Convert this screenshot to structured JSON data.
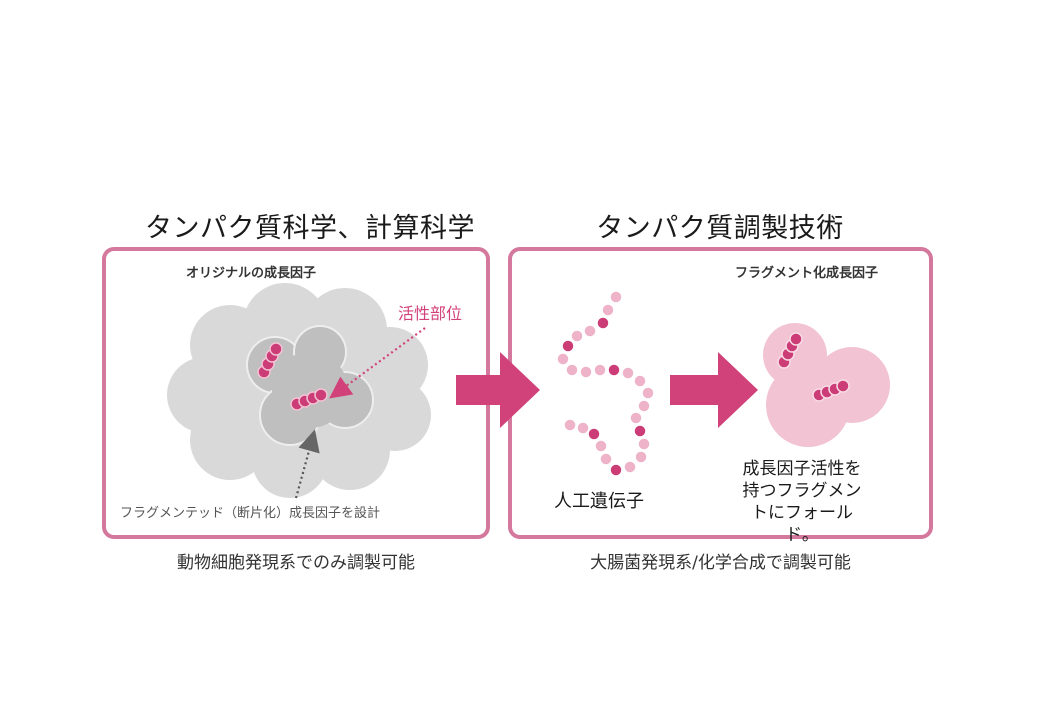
{
  "left": {
    "heading": "タンパク質科学、計算科学",
    "panel_title": "オリジナルの成長因子",
    "active_site_label": "活性部位",
    "design_label": "フラグメンテッド（断片化）成長因子を設計",
    "caption": "動物細胞発現系でのみ調製可能"
  },
  "right": {
    "heading": "タンパク質調製技術",
    "panel_title": "フラグメント化成長因子",
    "gene_label": "人工遺伝子",
    "fold_label": "成長因子活性を持つフラグメントにフォールド。",
    "caption": "大腸菌発現系/化学合成で調製可能"
  },
  "colors": {
    "border": "#d4789e",
    "accent": "#d1427a",
    "dark_pink": "#cc3c76",
    "light_pink": "#eeb3c8",
    "arrow": "#d1427a",
    "cloud_gray": "#d9d9d9",
    "core_gray": "#bfbfbf"
  }
}
